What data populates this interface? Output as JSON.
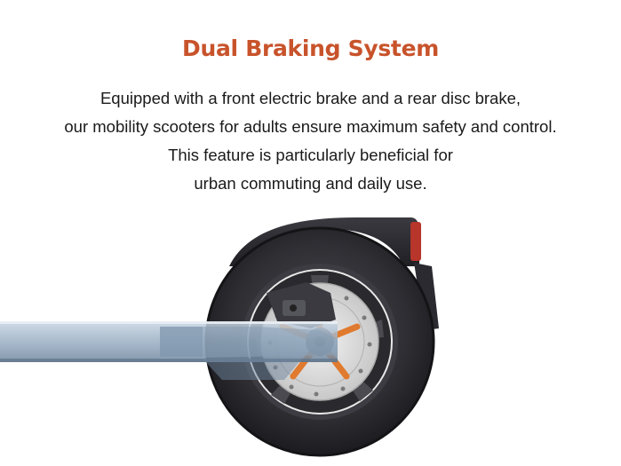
{
  "heading": {
    "title": "Dual  Braking System"
  },
  "description": {
    "lines": [
      "Equipped with a front electric brake and a rear disc brake,",
      "our mobility scooters for adults ensure maximum safety and control.",
      "This feature is particularly beneficial for",
      "urban commuting and daily use."
    ]
  },
  "colors": {
    "title": "#c8532b",
    "text": "#1a1a1a",
    "tire": "#2b2b2f",
    "deck": "#8fa7bd",
    "disc": "#d9d9d9",
    "caliper": "#3a3a3a",
    "taillight": "#c0392b"
  },
  "image": {
    "subject": "scooter-rear-wheel-with-disc-brake"
  }
}
